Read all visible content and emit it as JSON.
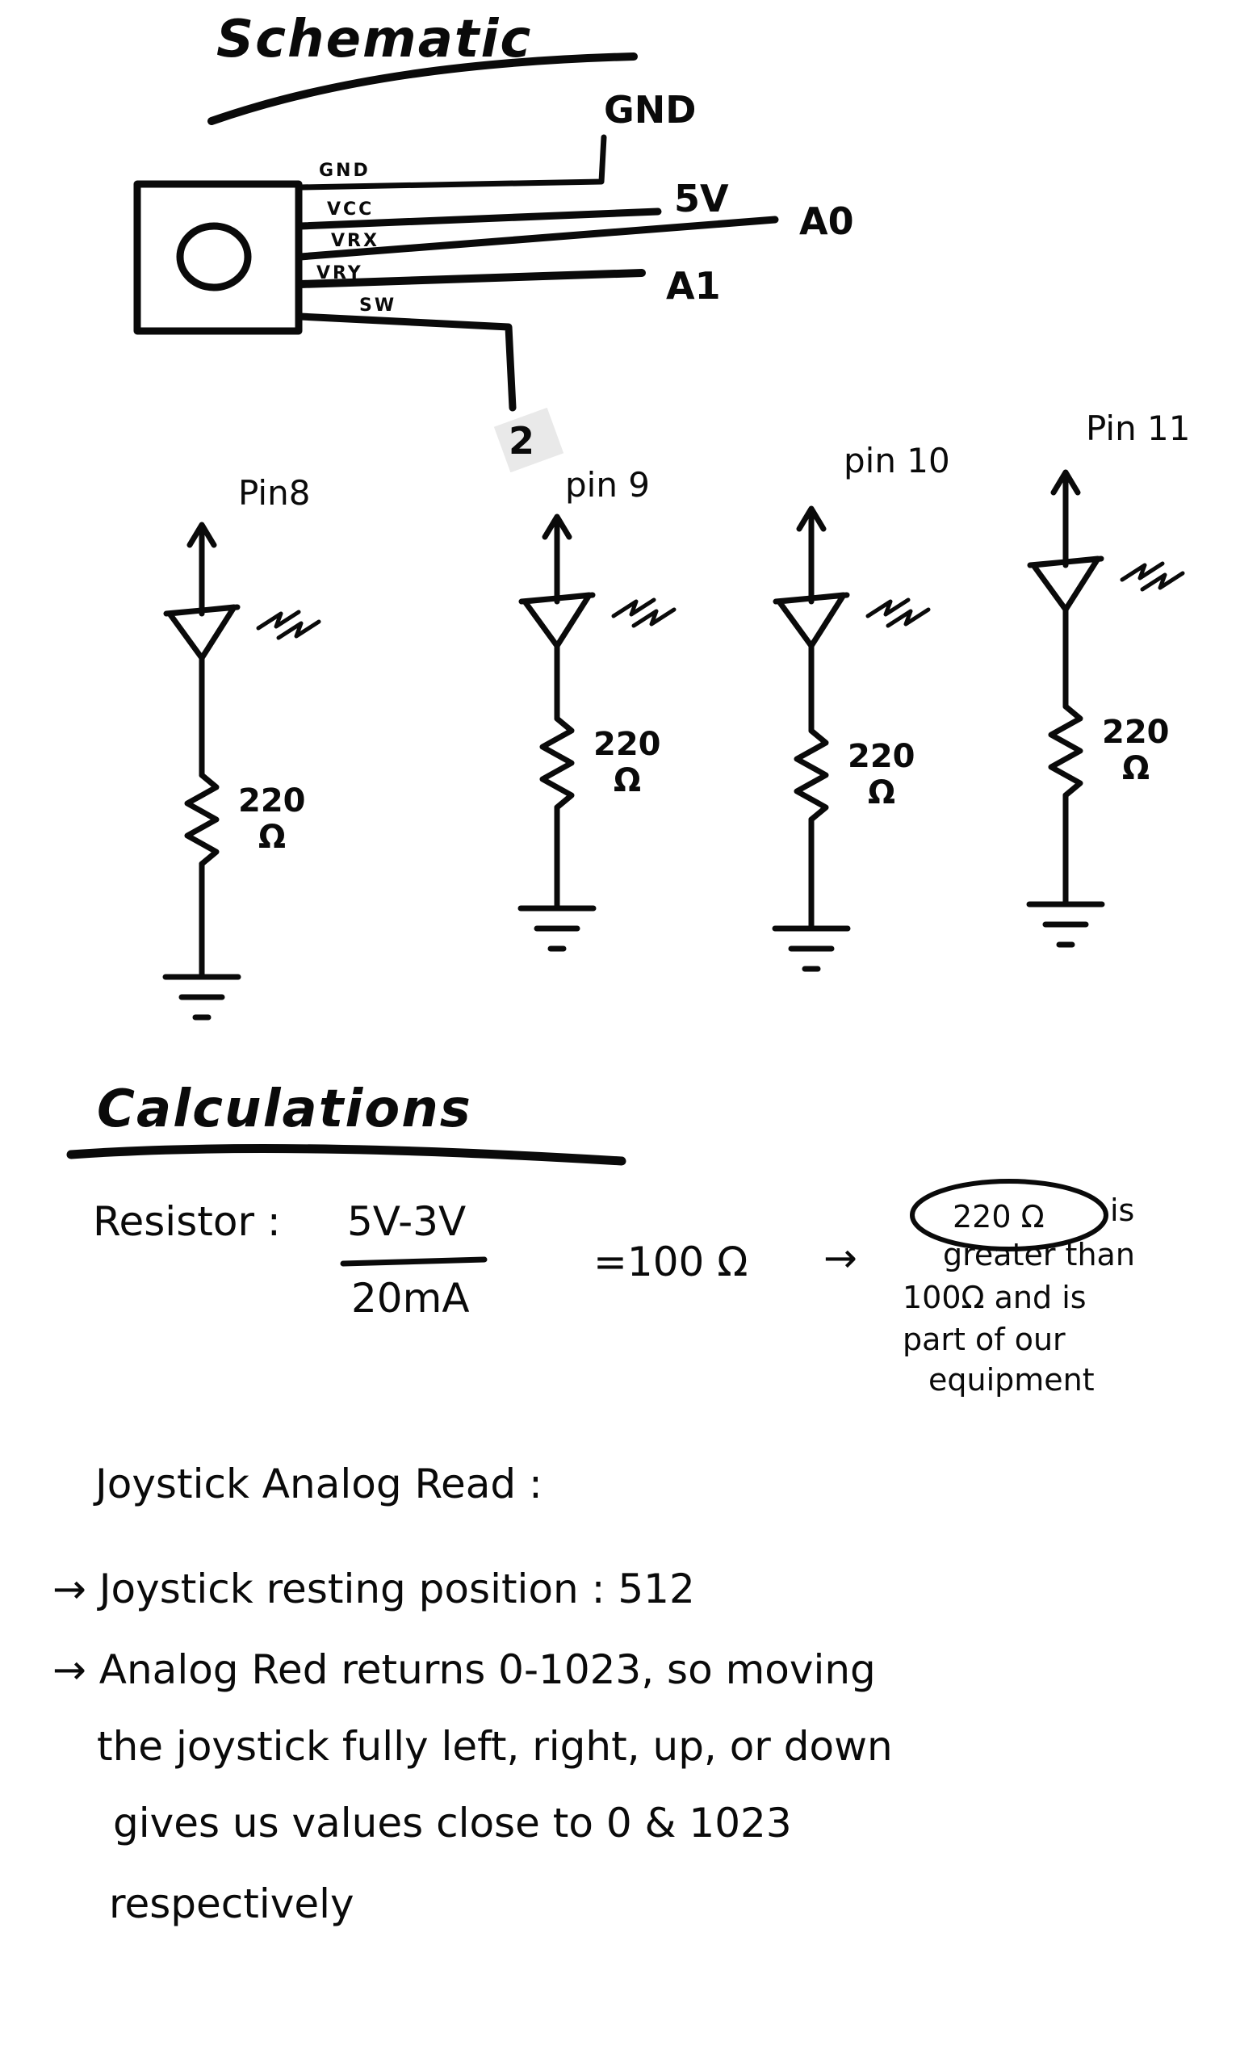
{
  "schematic": {
    "title": "Schematic",
    "module_pins": [
      "GND",
      "VCC",
      "VRX",
      "VRY",
      "SW"
    ],
    "connections": [
      "GND",
      "5V",
      "A0",
      "A1",
      "2"
    ]
  },
  "led_circuits": [
    {
      "pin_label": "Pin8",
      "resistor": "220",
      "unit": "Ω"
    },
    {
      "pin_label": "pin 9",
      "resistor": "220",
      "unit": "Ω"
    },
    {
      "pin_label": "pin 10",
      "resistor": "220",
      "unit": "Ω"
    },
    {
      "pin_label": "Pin 11",
      "resistor": "220",
      "unit": "Ω"
    }
  ],
  "calculations": {
    "title": "Calculations",
    "resistor_label": "Resistor :",
    "numerator": "5V-3V",
    "denominator": "20mA",
    "result": "=100 Ω",
    "arrow": "→",
    "chosen": "220 Ω",
    "note_lines": [
      "is",
      "greater than",
      "100Ω and is",
      "part of our",
      "equipment"
    ]
  },
  "joystick": {
    "heading": "Joystick Analog Read :",
    "bullets": [
      "→ Joystick resting position : 512",
      "→ Analog Red returns 0-1023, so moving"
    ],
    "continuation": [
      "the joystick fully left, right, up, or down",
      "gives us values close to 0 & 1023",
      "respectively"
    ]
  }
}
